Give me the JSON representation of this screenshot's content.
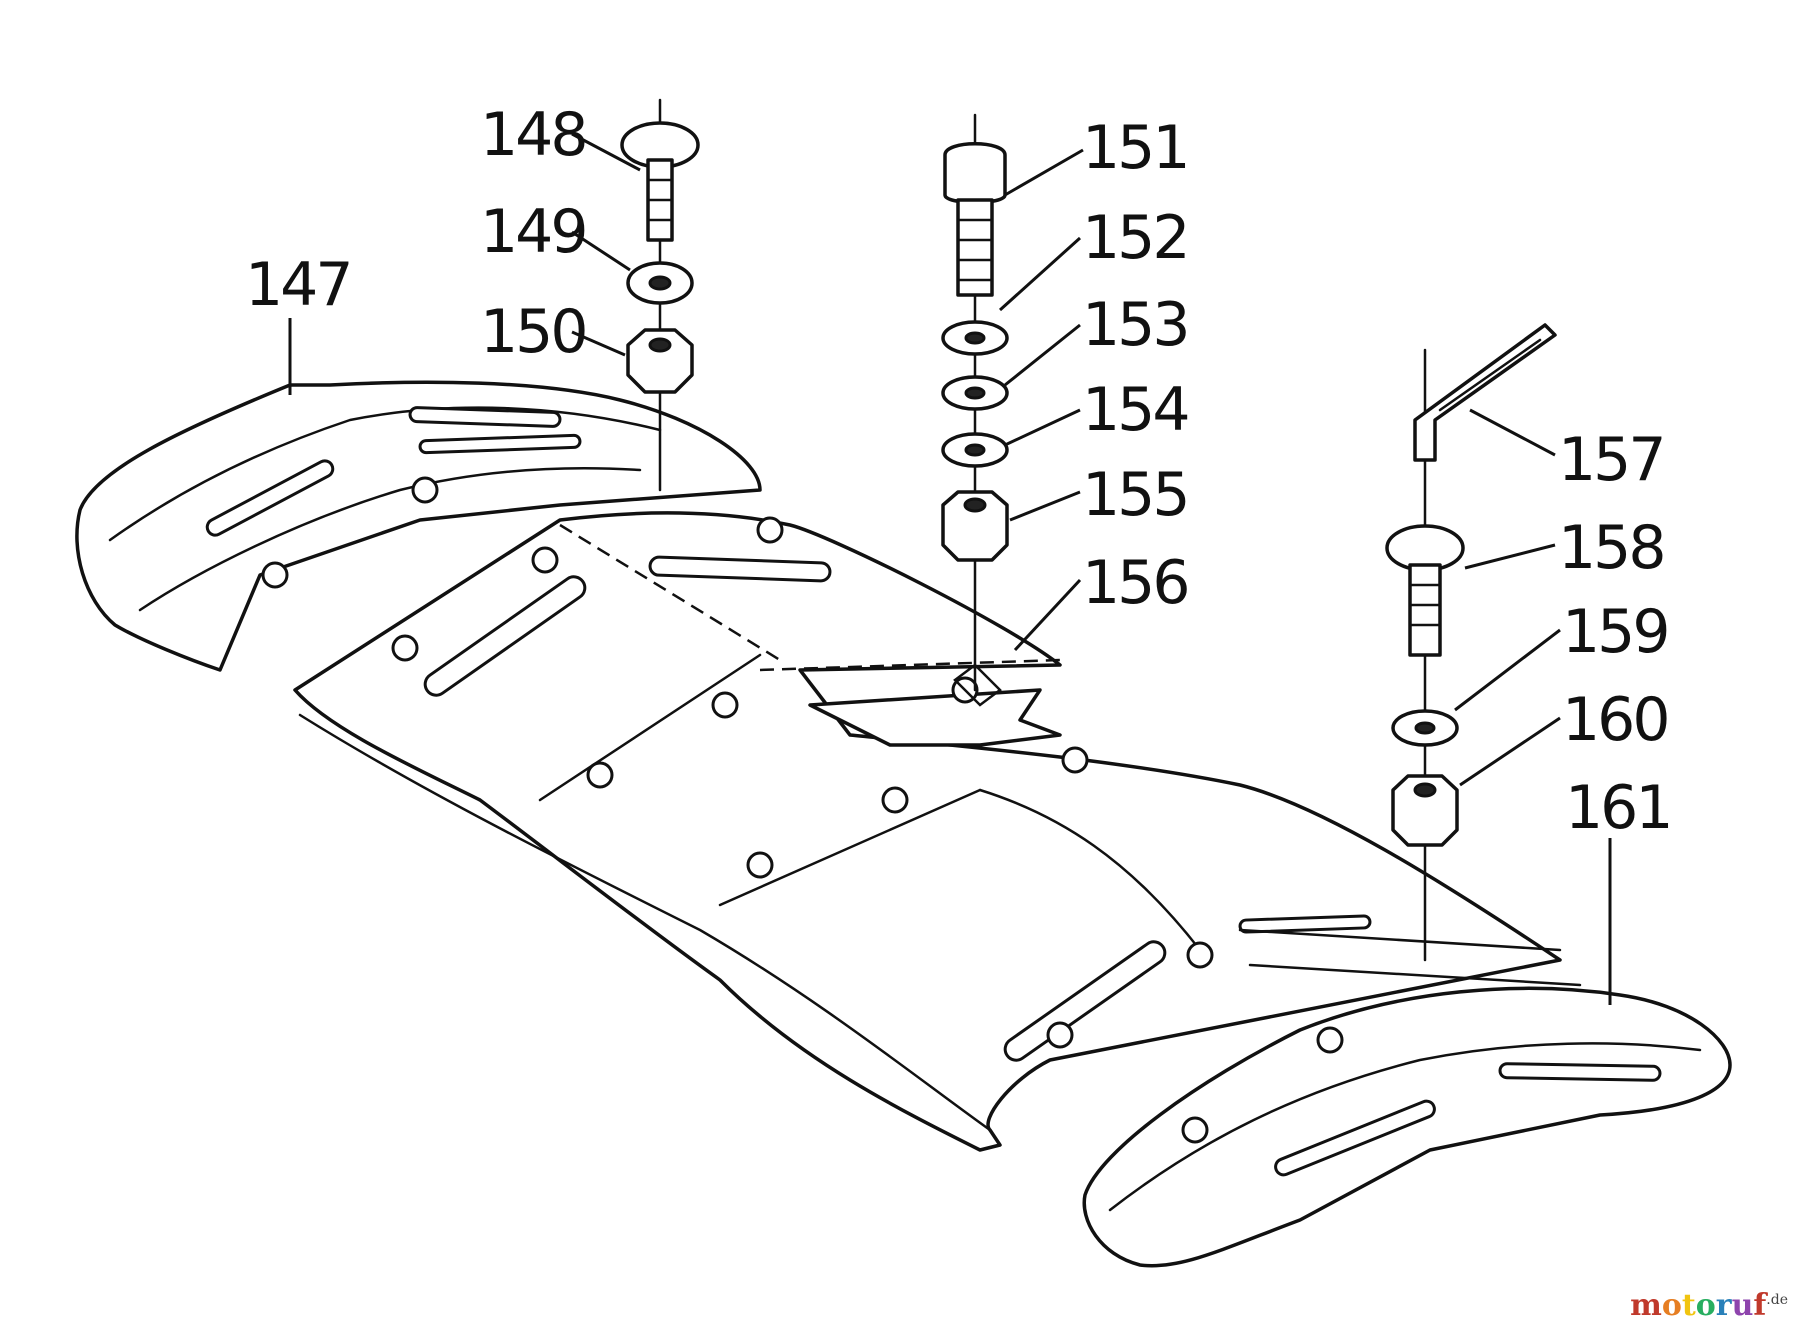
{
  "labels": {
    "p147": "147",
    "p148": "148",
    "p149": "149",
    "p150": "150",
    "p151": "151",
    "p152": "152",
    "p153": "153",
    "p154": "154",
    "p155": "155",
    "p156": "156",
    "p157": "157",
    "p158": "158",
    "p159": "159",
    "p160": "160",
    "p161": "161"
  },
  "watermark": {
    "letters": [
      "m",
      "o",
      "t",
      "o",
      "r",
      "u",
      "f"
    ],
    "colors": [
      "#c0392b",
      "#e67e22",
      "#f1c40f",
      "#27ae60",
      "#2980b9",
      "#8e44ad",
      "#c0392b"
    ],
    "suffix": ".de"
  }
}
